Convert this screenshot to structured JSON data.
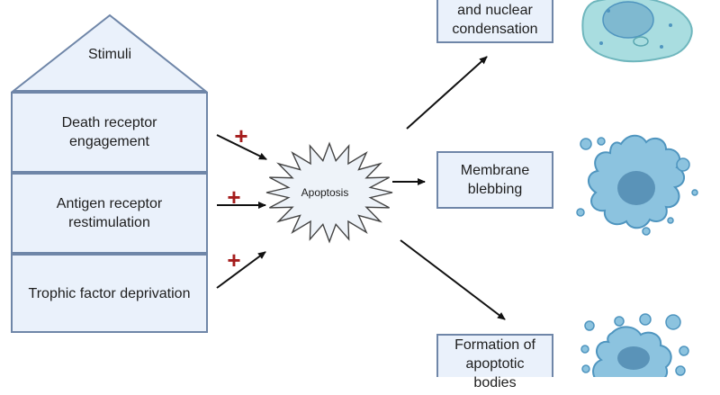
{
  "stimuli": {
    "roof_label": "Stimuli",
    "items": [
      "Death receptor\nengagement",
      "Antigen receptor\nrestimulation",
      "Trophic factor deprivation"
    ],
    "plus_sign": "+"
  },
  "center": {
    "label": "Apoptosis"
  },
  "outcomes": [
    "Cell shrinkage\nand nuclear\ncondensation",
    "Membrane\nblebbing",
    "Formation of\napoptotic\nbodies"
  ],
  "colors": {
    "box_fill": "#eaf1fb",
    "box_stroke": "#6f86a8",
    "arrow": "#111111",
    "plus": "#a51d1d",
    "cell_fill": "#8cc3df",
    "cell_stroke": "#4f95bf",
    "nucleus": "#5a93b8",
    "normal_cell_fill": "#a9dde0"
  }
}
